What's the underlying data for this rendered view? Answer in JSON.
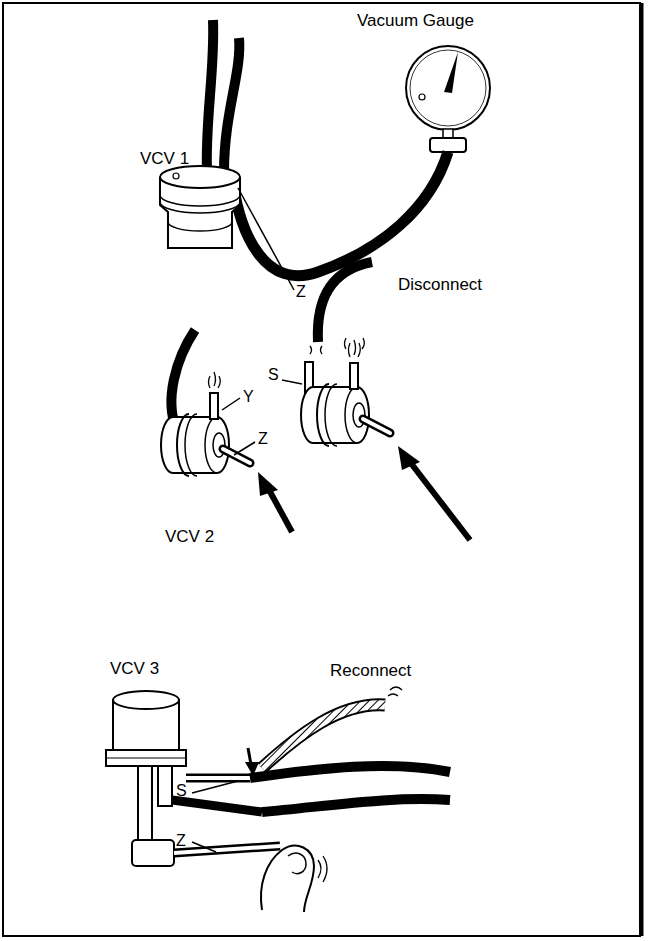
{
  "diagram": {
    "labels": [
      "Vacuum Gauge",
      "VCV 1",
      "Z",
      "Disconnect",
      "S",
      "Y",
      "Z",
      "VCV 2",
      "VCV 3",
      "Reconnect",
      "S",
      "Z"
    ]
  }
}
